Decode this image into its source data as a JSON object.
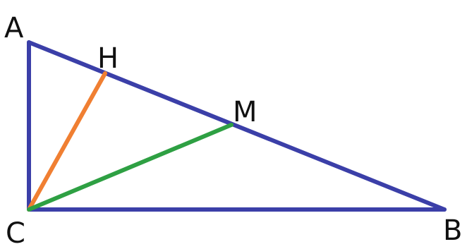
{
  "diagram": {
    "labels": {
      "A": "A",
      "B": "B",
      "C": "C",
      "H": "H",
      "M": "M"
    },
    "segments": [
      {
        "from": "A",
        "to": "C",
        "color": "#3b3fa8"
      },
      {
        "from": "C",
        "to": "B",
        "color": "#3b3fa8"
      },
      {
        "from": "A",
        "to": "B",
        "color": "#3b3fa8"
      },
      {
        "from": "C",
        "to": "H",
        "color": "#f07f32"
      },
      {
        "from": "C",
        "to": "M",
        "color": "#2ea043"
      }
    ]
  }
}
